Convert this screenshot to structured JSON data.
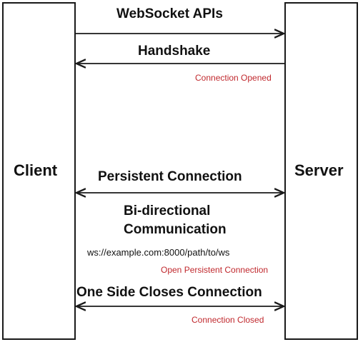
{
  "actors": {
    "client": "Client",
    "server": "Server"
  },
  "messages": {
    "websocket_apis": "WebSocket APIs",
    "handshake": "Handshake",
    "connection_opened": "Connection Opened",
    "persistent_connection": "Persistent Connection",
    "bidirectional_line1": "Bi-directional",
    "bidirectional_line2": "Communication",
    "ws_url": "ws://example.com:8000/path/to/ws",
    "open_persistent": "Open Persistent Connection",
    "one_side_closes": "One Side Closes Connection",
    "connection_closed": "Connection Closed"
  },
  "colors": {
    "note_red": "#c0282d",
    "stroke": "#1a1a1a"
  }
}
